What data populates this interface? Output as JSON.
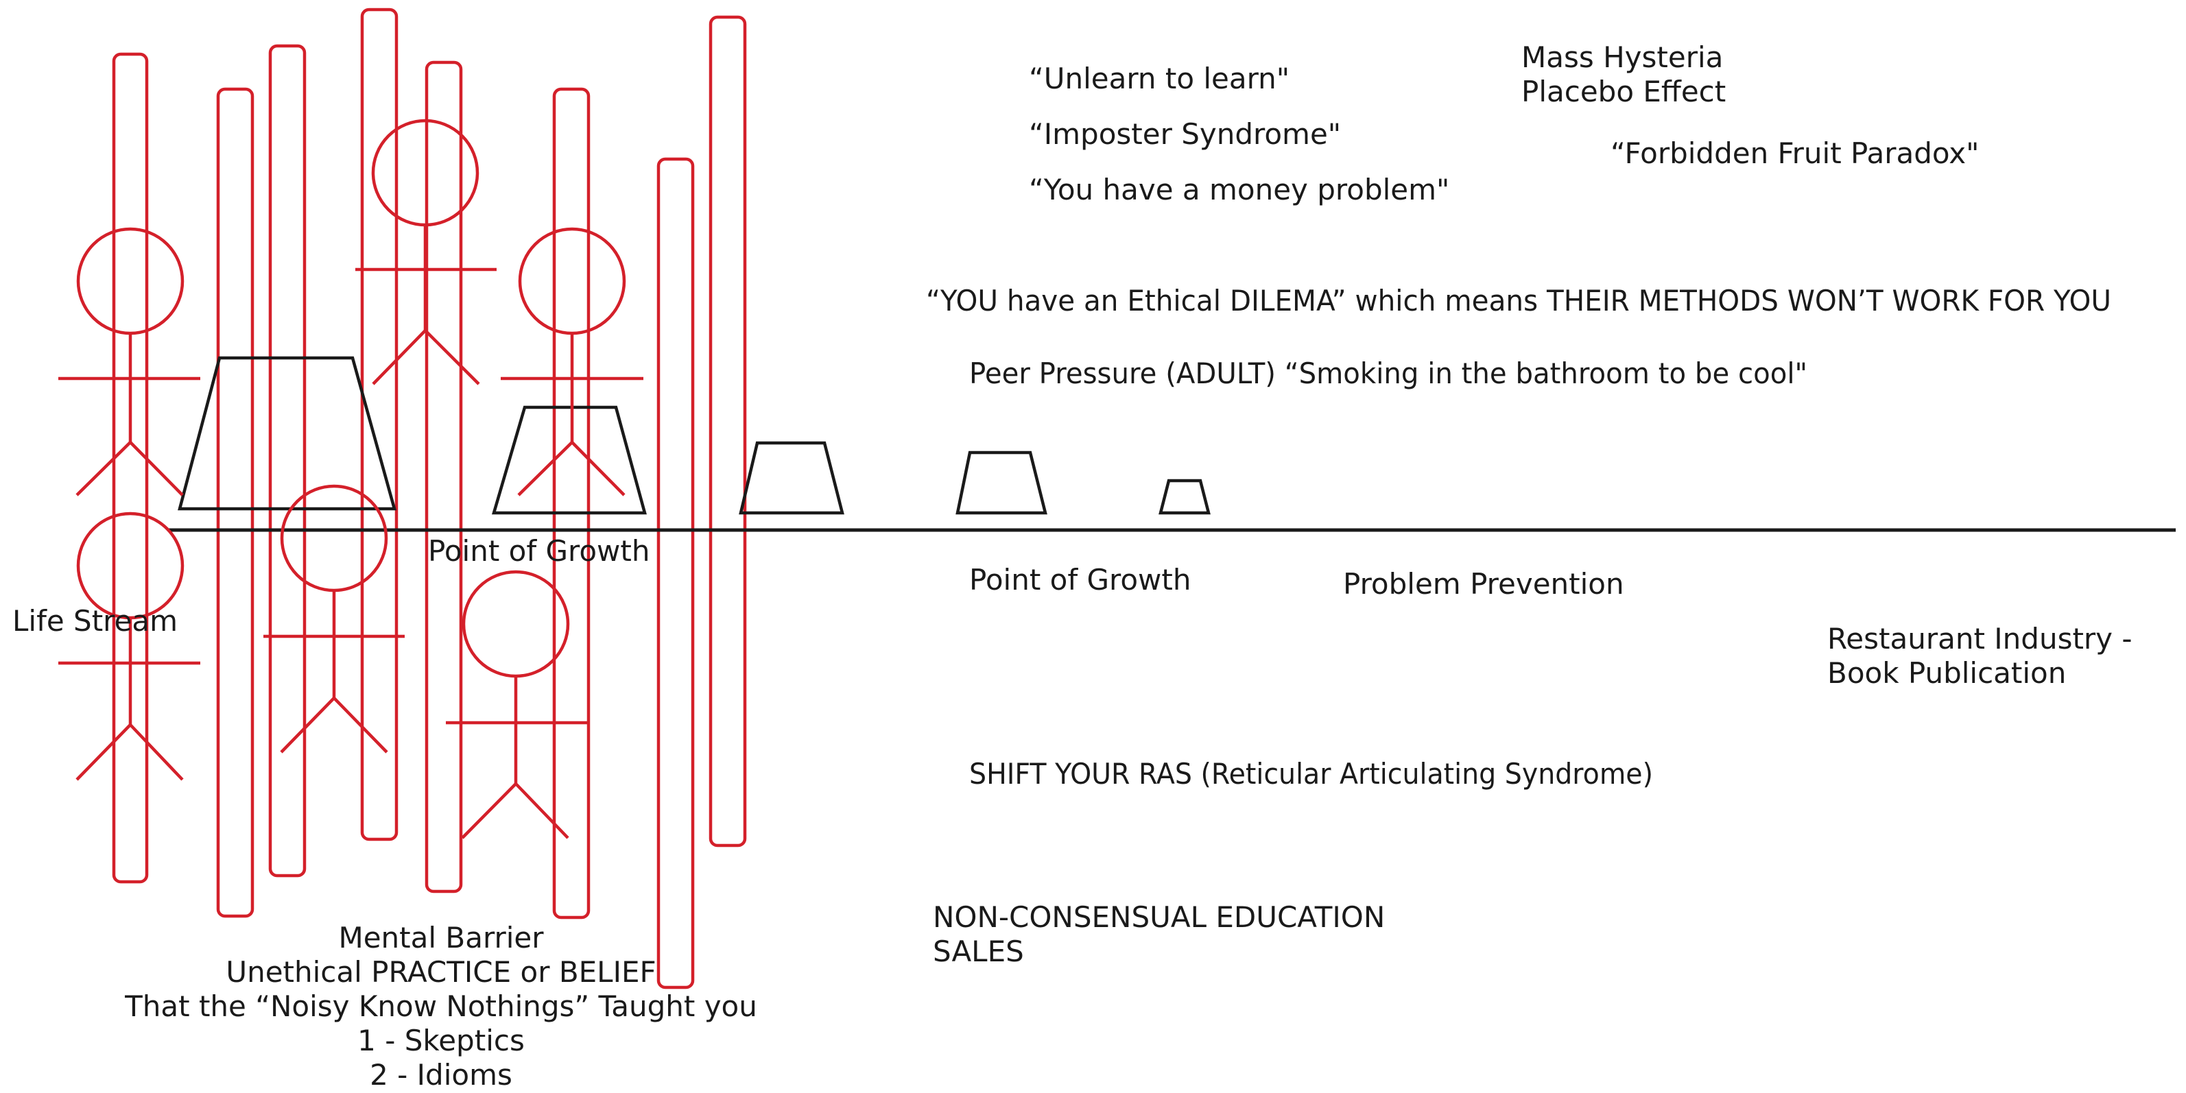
{
  "colors": {
    "barrier": "#d4202a",
    "ink": "#1a1a1a",
    "background": "#ffffff"
  },
  "labels": {
    "life_stream": "Life Stream",
    "point_of_growth_left": "Point of Growth",
    "point_of_growth_right": "Point of Growth",
    "problem_prevention": "Problem Prevention",
    "restaurant_line1": "Restaurant Industry -",
    "restaurant_line2": "Book Publication",
    "shift_ras": "SHIFT YOUR RAS (Reticular Articulating Syndrome)",
    "nonconsensual_line1": "NON-CONSENSUAL EDUCATION",
    "nonconsensual_line2": "SALES",
    "unlearn": "“Unlearn to learn\"",
    "imposter": "“Imposter Syndrome\"",
    "money_problem": "“You have a money problem\"",
    "mass_hysteria": "Mass Hysteria",
    "placebo": "Placebo Effect",
    "forbidden_fruit": "“Forbidden Fruit Paradox\"",
    "ethical_dilemma": "“YOU have an Ethical DILEMA”  which means THEIR METHODS WON’T WORK FOR YOU",
    "peer_pressure": "Peer Pressure (ADULT)  “Smoking in the bathroom to be cool\""
  },
  "barrier_caption": [
    "Mental Barrier",
    "Unethical PRACTICE or BELIEF",
    "That the  “Noisy Know Nothings”  Taught you",
    "1 - Skeptics",
    "2 - Idioms"
  ]
}
